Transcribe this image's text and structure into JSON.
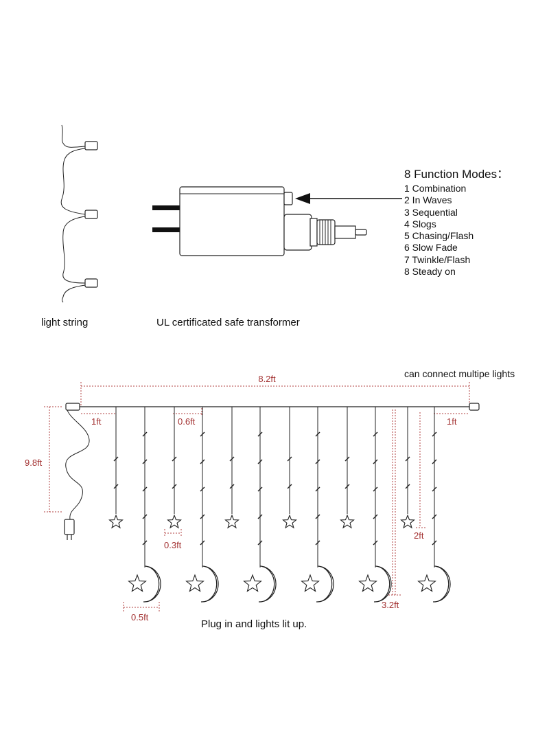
{
  "top": {
    "light_string_label": "light string",
    "transformer_label": "UL certificated safe transformer",
    "modes_title": "8 Function Modes：",
    "modes": [
      "1 Combination",
      "2 In Waves",
      "3 Sequential",
      "4 Slogs",
      "5 Chasing/Flash",
      "6 Slow Fade",
      "7 Twinkle/Flash",
      "8 Steady on"
    ]
  },
  "bottom": {
    "connect_note": "can connect multipe lights",
    "caption": "Plug in and lights lit up.",
    "dimensions": {
      "total_width": "8.2ft",
      "lead_left": "1ft",
      "spacing": "0.6ft",
      "lead_right": "1ft",
      "cord_length": "9.8ft",
      "star_width": "0.3ft",
      "moon_width": "0.5ft",
      "short_drop": "2ft",
      "long_drop": "3.2ft"
    }
  },
  "colors": {
    "dimension": "#a33232",
    "line": "#222222"
  }
}
